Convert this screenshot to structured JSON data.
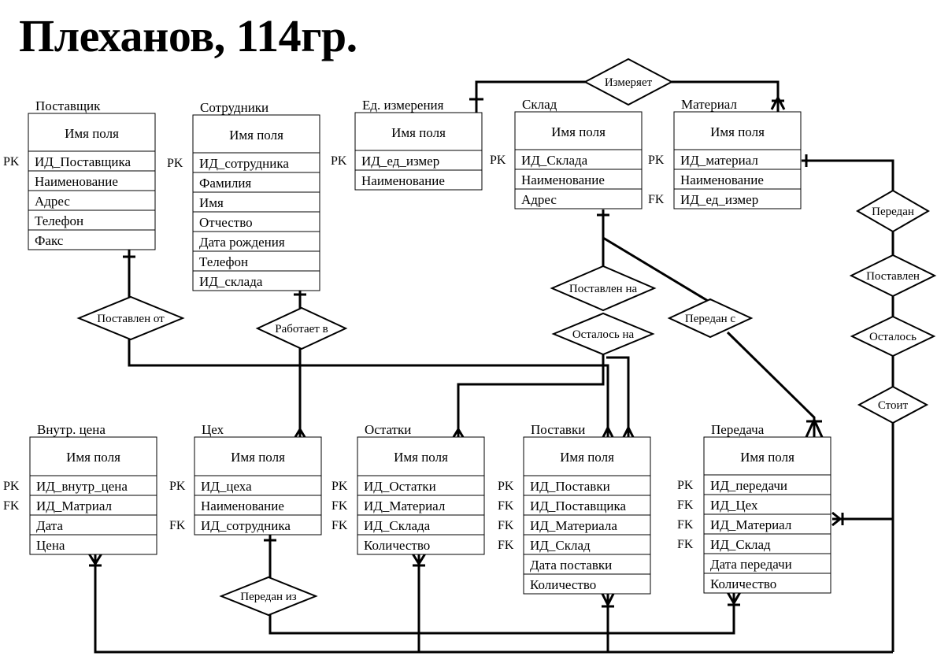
{
  "title": "Плеханов, 114гр.",
  "entities": [
    {
      "id": "supplier",
      "name": "Поставщик",
      "header": "Имя поля",
      "fields": [
        {
          "key": "PK",
          "name": "ИД_Поставщика"
        },
        {
          "key": "",
          "name": "Наименование"
        },
        {
          "key": "",
          "name": "Адрес"
        },
        {
          "key": "",
          "name": "Телефон"
        },
        {
          "key": "",
          "name": "Факс"
        }
      ]
    },
    {
      "id": "employees",
      "name": "Сотрудники",
      "header": "Имя поля",
      "fields": [
        {
          "key": "PK",
          "name": "ИД_сотрудника"
        },
        {
          "key": "",
          "name": "Фамилия"
        },
        {
          "key": "",
          "name": "Имя"
        },
        {
          "key": "",
          "name": "Отчество"
        },
        {
          "key": "",
          "name": "Дата рождения"
        },
        {
          "key": "",
          "name": "Телефон"
        },
        {
          "key": "",
          "name": "ИД_склада"
        }
      ]
    },
    {
      "id": "units",
      "name": "Ед. измерения",
      "header": "Имя поля",
      "fields": [
        {
          "key": "PK",
          "name": "ИД_ед_измер"
        },
        {
          "key": "",
          "name": "Наименование"
        }
      ]
    },
    {
      "id": "warehouse",
      "name": "Склад",
      "header": "Имя поля",
      "fields": [
        {
          "key": "PK",
          "name": "ИД_Склада"
        },
        {
          "key": "",
          "name": "Наименование"
        },
        {
          "key": "",
          "name": "Адрес"
        }
      ]
    },
    {
      "id": "material",
      "name": "Материал",
      "header": "Имя поля",
      "fields": [
        {
          "key": "PK",
          "name": "ИД_материал"
        },
        {
          "key": "",
          "name": "Наименование"
        },
        {
          "key": "FK",
          "name": "ИД_ед_измер"
        }
      ]
    },
    {
      "id": "internal_price",
      "name": "Внутр. цена",
      "header": "Имя поля",
      "fields": [
        {
          "key": "PK",
          "name": "ИД_внутр_цена"
        },
        {
          "key": "FK",
          "name": "ИД_Матриал"
        },
        {
          "key": "",
          "name": "Дата"
        },
        {
          "key": "",
          "name": "Цена"
        }
      ]
    },
    {
      "id": "workshop",
      "name": "Цех",
      "header": "Имя поля",
      "fields": [
        {
          "key": "PK",
          "name": "ИД_цеха"
        },
        {
          "key": "",
          "name": "Наименование"
        },
        {
          "key": "FK",
          "name": "ИД_сотрудника"
        }
      ]
    },
    {
      "id": "stock",
      "name": "Остатки",
      "header": "Имя поля",
      "fields": [
        {
          "key": "PK",
          "name": "ИД_Остатки"
        },
        {
          "key": "FK",
          "name": "ИД_Материал"
        },
        {
          "key": "FK",
          "name": "ИД_Склада"
        },
        {
          "key": "",
          "name": "Количество"
        }
      ]
    },
    {
      "id": "deliveries",
      "name": "Поставки",
      "header": "Имя поля",
      "fields": [
        {
          "key": "PK",
          "name": "ИД_Поставки"
        },
        {
          "key": "FK",
          "name": "ИД_Поставщика"
        },
        {
          "key": "FK",
          "name": "ИД_Материала"
        },
        {
          "key": "FK",
          "name": "ИД_Склад"
        },
        {
          "key": "",
          "name": "Дата поставки"
        },
        {
          "key": "",
          "name": "Количество"
        }
      ]
    },
    {
      "id": "transfer",
      "name": "Передача",
      "header": "Имя поля",
      "fields": [
        {
          "key": "PK",
          "name": "ИД_передачи"
        },
        {
          "key": "FK",
          "name": "ИД_Цех"
        },
        {
          "key": "FK",
          "name": "ИД_Материал"
        },
        {
          "key": "FK",
          "name": "ИД_Склад"
        },
        {
          "key": "",
          "name": "Дата передачи"
        },
        {
          "key": "",
          "name": "Количество"
        }
      ]
    }
  ],
  "relationships": [
    {
      "id": "measures",
      "label": "Измеряет"
    },
    {
      "id": "supplied_by",
      "label": "Поставлен от"
    },
    {
      "id": "works_in",
      "label": "Работает в"
    },
    {
      "id": "supplied_to",
      "label": "Поставлен на"
    },
    {
      "id": "remained_at",
      "label": "Осталось на"
    },
    {
      "id": "transferred_from_wh",
      "label": "Передан с"
    },
    {
      "id": "mat_transferred",
      "label": "Передан"
    },
    {
      "id": "mat_supplied",
      "label": "Поставлен"
    },
    {
      "id": "mat_remained",
      "label": "Осталось"
    },
    {
      "id": "mat_costs",
      "label": "Стоит"
    },
    {
      "id": "transferred_from",
      "label": "Передан из"
    }
  ]
}
